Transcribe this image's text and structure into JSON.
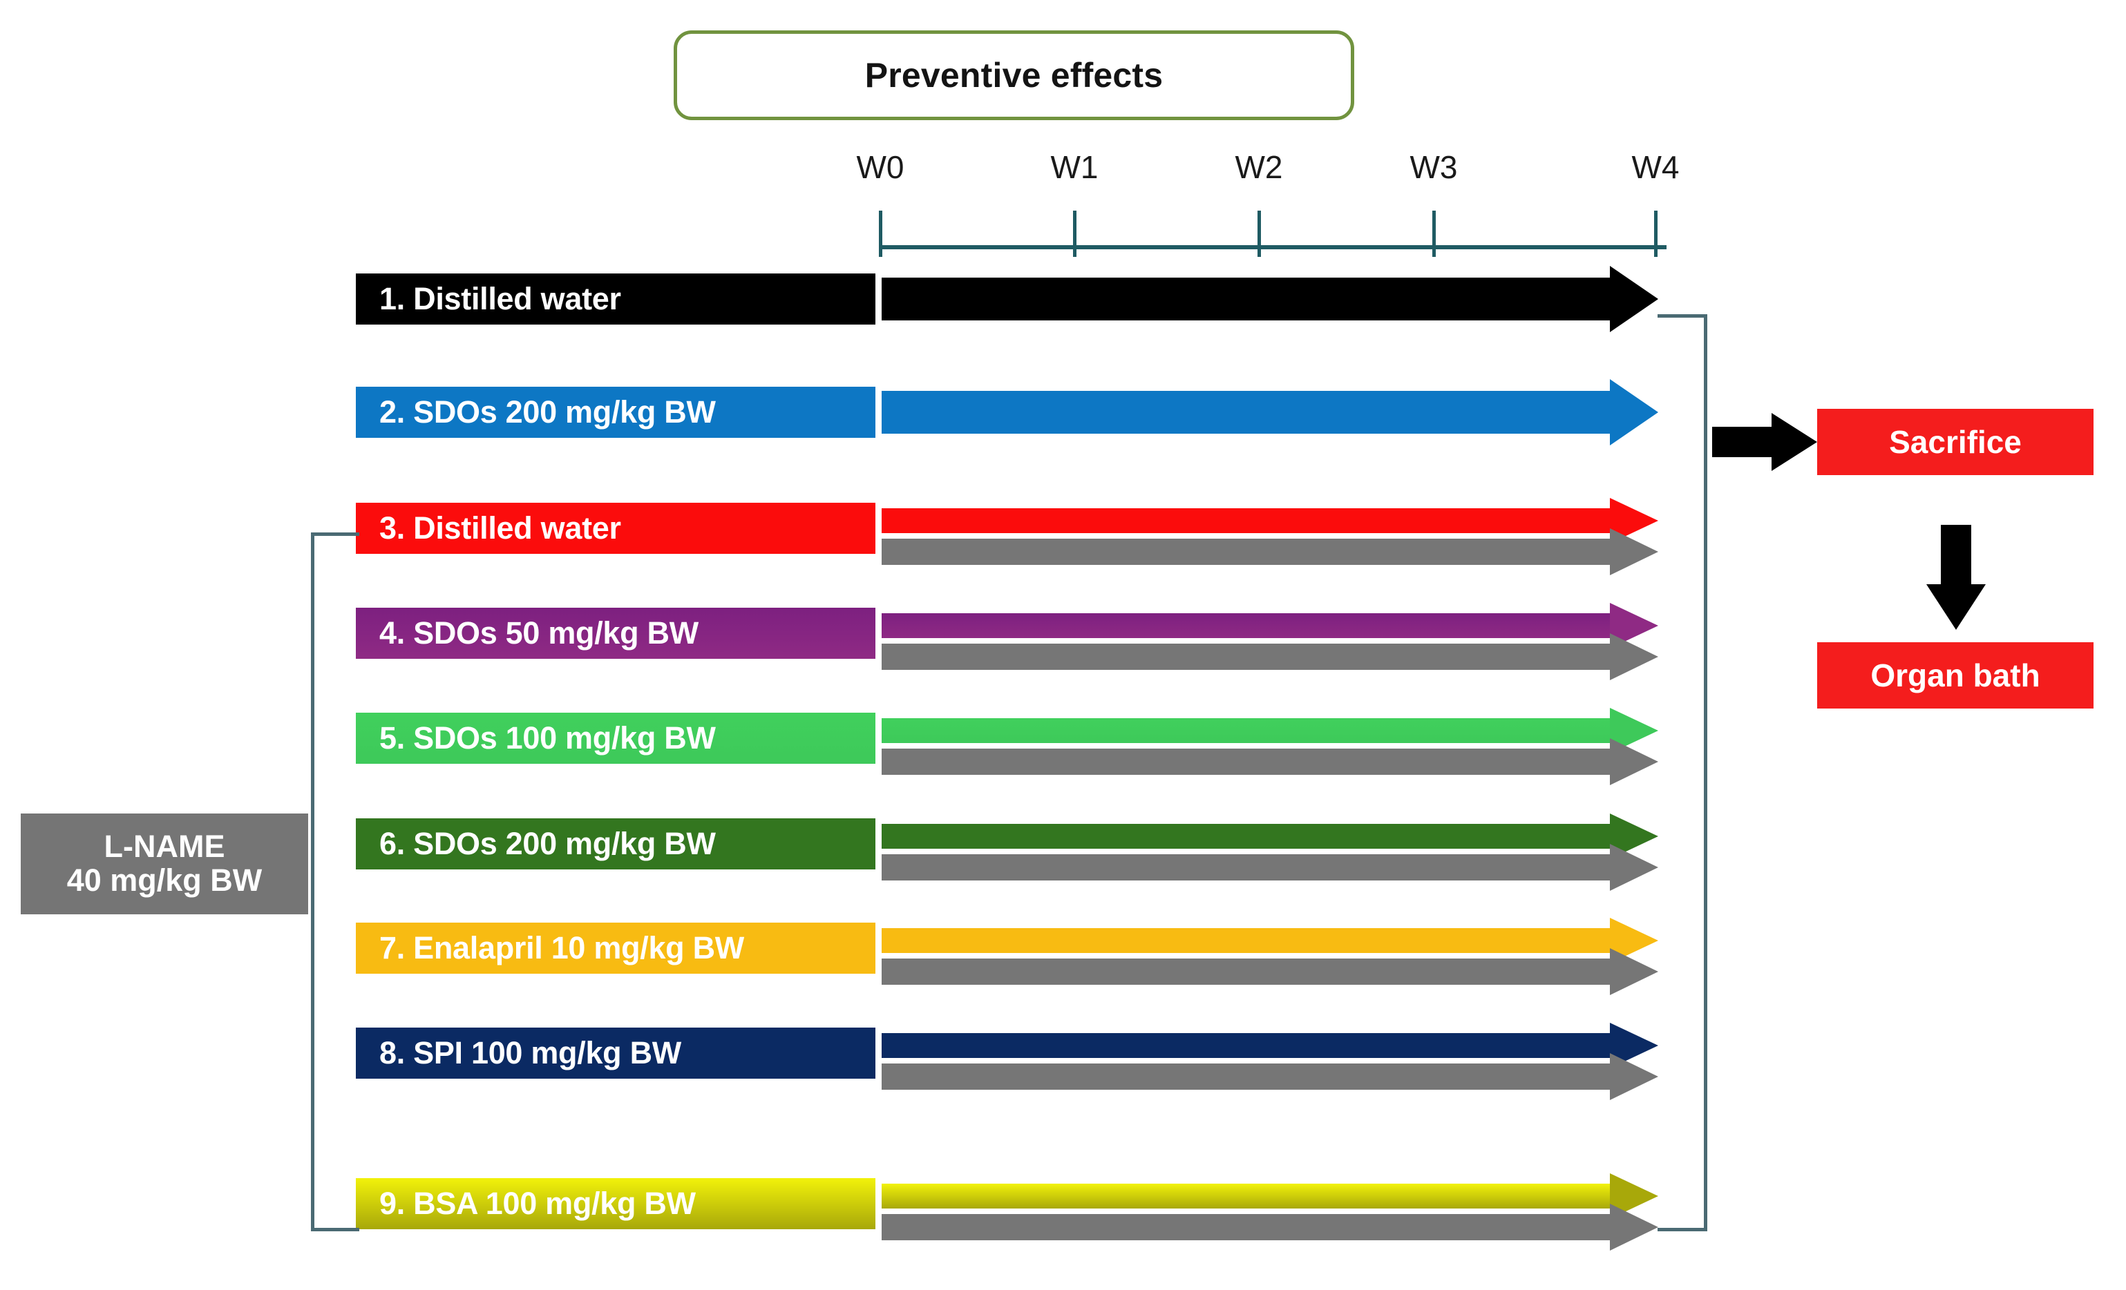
{
  "header": {
    "title": "Preventive effects",
    "border_color": "#71933f"
  },
  "timeline": {
    "ticks": [
      "W0",
      "W1",
      "W2",
      "W3",
      "W4"
    ],
    "axis_color": "#1f5b63"
  },
  "lname": {
    "line1": "L-NAME",
    "line2": "40 mg/kg BW",
    "color": "#757575"
  },
  "groups": [
    {
      "label": "1. Distilled water",
      "color": "#000000",
      "color2": "#000000",
      "lname": false
    },
    {
      "label": "2. SDOs 200 mg/kg BW",
      "color": "#0d77c4",
      "color2": "#0d77c4",
      "lname": false
    },
    {
      "label": "3. Distilled water",
      "color": "#fb0c0c",
      "color2": "#fb0c0c",
      "lname": true
    },
    {
      "label": "4. SDOs 50 mg/kg BW",
      "color": "#7d2080",
      "color2": "#8f2a84",
      "lname": true
    },
    {
      "label": "5. SDOs 100 mg/kg BW",
      "color": "#40d05c",
      "color2": "#3ec95a",
      "lname": true
    },
    {
      "label": "6. SDOs 200 mg/kg BW",
      "color": "#33761f",
      "color2": "#33761f",
      "lname": true
    },
    {
      "label": "7. Enalapril 10 mg/kg BW",
      "color": "#f8bb12",
      "color2": "#f8bb12",
      "lname": true
    },
    {
      "label": "8. SPI 100 mg/kg BW",
      "color": "#0b2a63",
      "color2": "#0b2a63",
      "lname": true
    },
    {
      "label": "9. BSA 100 mg/kg BW",
      "color": "#f2f20a",
      "color2": "#a8a80a",
      "lname": true
    }
  ],
  "gray_arrow_color": "#767676",
  "outcomes": {
    "sacrifice": "Sacrifice",
    "organ_bath": "Organ bath",
    "box_color": "#f41d1d"
  }
}
